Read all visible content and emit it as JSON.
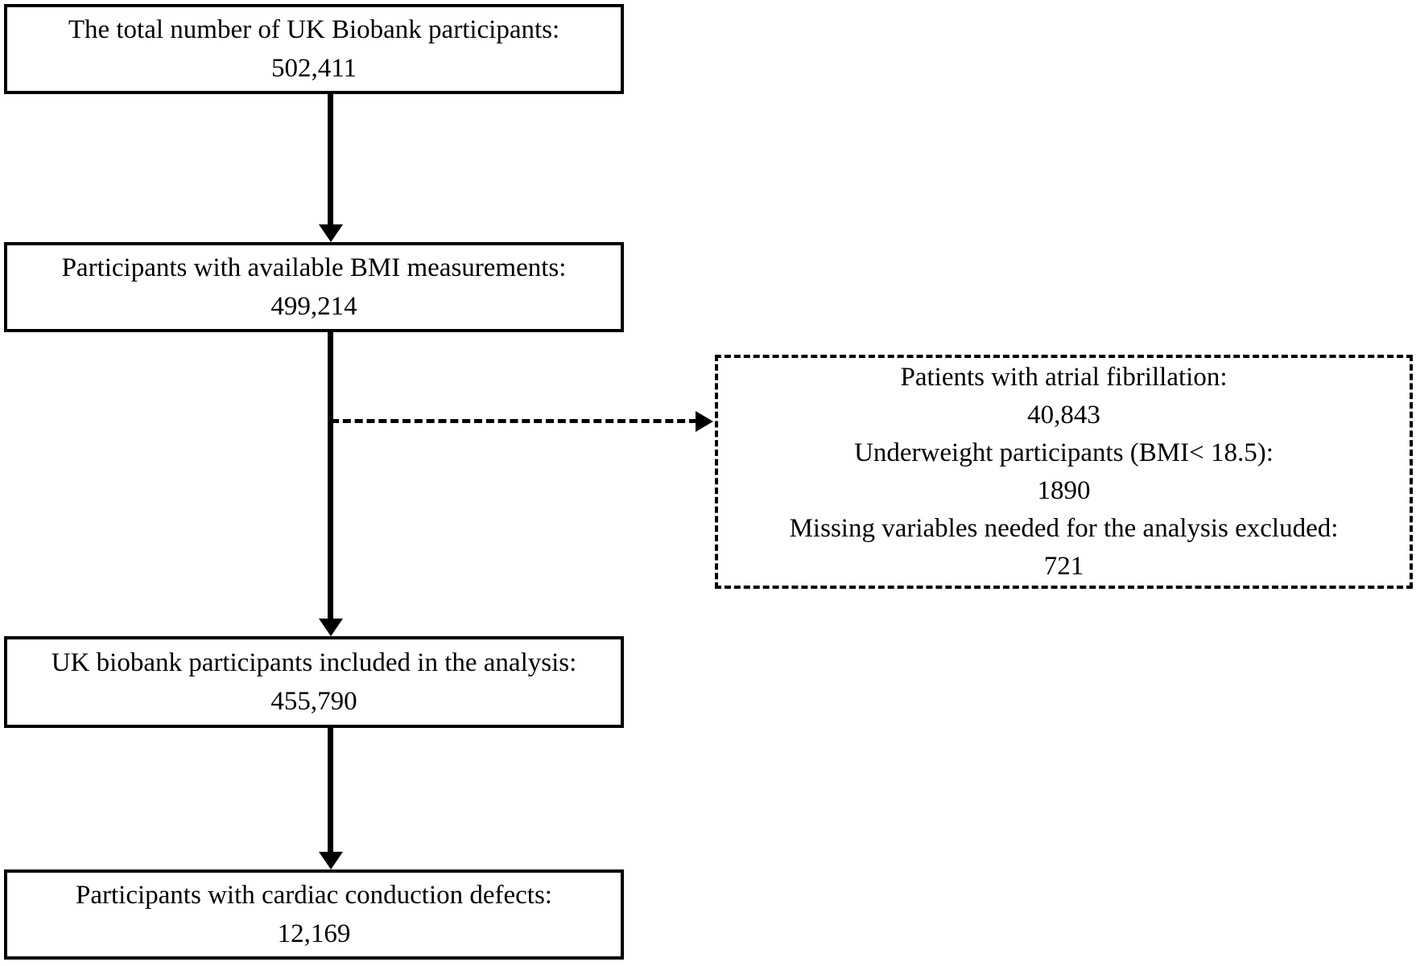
{
  "flowchart": {
    "steps": [
      {
        "label": "The total number of UK Biobank participants:",
        "value": "502,411"
      },
      {
        "label": "Participants with available BMI measurements:",
        "value": "499,214"
      },
      {
        "label": "UK biobank participants included in the analysis:",
        "value": "455,790"
      },
      {
        "label": "Participants with cardiac conduction defects:",
        "value": "12,169"
      }
    ],
    "exclusions": {
      "items": [
        {
          "label": "Patients with atrial fibrillation:",
          "value": "40,843"
        },
        {
          "label": "Underweight participants (BMI< 18.5):",
          "value": "1890"
        },
        {
          "label": "Missing variables needed for the analysis excluded:",
          "value": "721"
        }
      ]
    },
    "colors": {
      "line": "#000000",
      "text": "#000000",
      "background": "#ffffff"
    }
  }
}
